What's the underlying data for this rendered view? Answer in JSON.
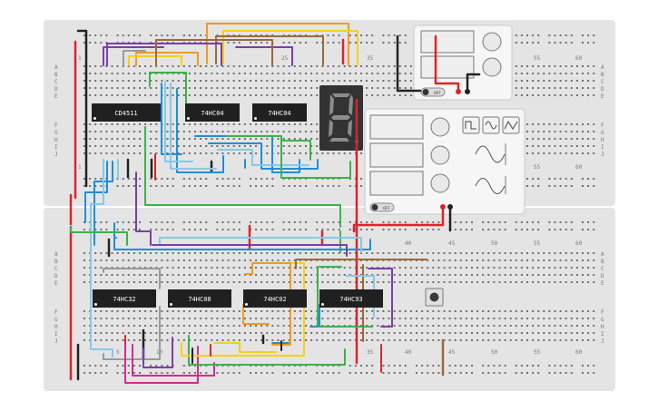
{
  "chips": {
    "cd4511": "CD4511",
    "hc04_a": "74HC04",
    "hc04_b": "74HC04",
    "hc32": "74HC32",
    "hc08": "74HC08",
    "hc02": "74HC02",
    "hc93": "74HC93"
  },
  "row_letters": {
    "top_left": [
      "A",
      "B",
      "C",
      "D",
      "E"
    ],
    "mid_left": [
      "F",
      "G",
      "H",
      "I",
      "J"
    ],
    "bot_top": [
      "A",
      "B",
      "C",
      "D",
      "E"
    ],
    "bot_mid": [
      "F",
      "G",
      "H",
      "I",
      "J"
    ]
  },
  "column_numbers": {
    "top": [
      "1",
      "25",
      "35",
      "55",
      "60"
    ],
    "bottom_board": [
      "40",
      "45",
      "50",
      "55",
      "60"
    ],
    "bottom_lower": [
      "5",
      "10",
      "35",
      "40",
      "45",
      "50",
      "55",
      "60"
    ]
  },
  "power_supply": {
    "switch_label": "OFF"
  },
  "function_generator": {
    "switch_label": "OFF"
  },
  "colors": {
    "red": "#d9262b",
    "black": "#222222",
    "blue": "#1f8fd6",
    "lightblue": "#86c9e6",
    "green": "#3bb34a",
    "orange": "#f29a1f",
    "yellow": "#f2d21a",
    "purple": "#7b3ea8",
    "brown": "#9a6a3d",
    "pink": "#d52c8f",
    "gray": "#9b9b9b"
  }
}
